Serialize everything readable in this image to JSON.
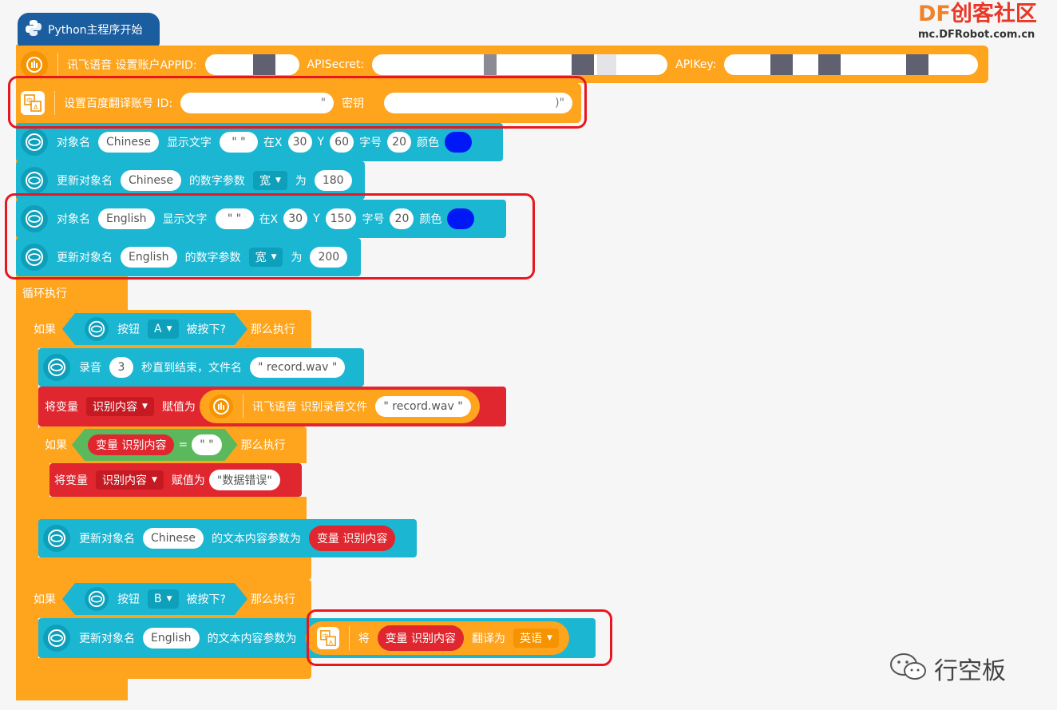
{
  "logo": {
    "brand_df": "DF",
    "brand_cn": "创客社区",
    "url": "mc.DFRobot.com.cn"
  },
  "watermark": {
    "text": "行空板"
  },
  "colors": {
    "orange": "#fea41d",
    "cyan": "#1ab6d2",
    "red": "#e0262f",
    "highlight": "#e8161e",
    "swatch": "#0018f5"
  },
  "main_block": {
    "label": "Python主程序开始"
  },
  "xunfei_setup": {
    "prefix": "讯飞语音 设置账户APPID:",
    "secret_label": "APISecret:",
    "key_label": "APIKey:"
  },
  "baidu_setup": {
    "label": "设置百度翻译账号 ID:",
    "quote_open": "\"",
    "key_label": "密钥",
    "quote_close": ")\""
  },
  "obj_chinese": {
    "label": "对象名",
    "name": "Chinese",
    "show_text": "显示文字",
    "text_value": "\" \"",
    "at_x": "在X",
    "x": "30",
    "y_label": "Y",
    "y": "60",
    "size_label": "字号",
    "size": "20",
    "color_label": "颜色"
  },
  "upd_chinese": {
    "label": "更新对象名",
    "name": "Chinese",
    "param_label": "的数字参数",
    "param": "宽",
    "to": "为",
    "value": "180"
  },
  "obj_english": {
    "label": "对象名",
    "name": "English",
    "show_text": "显示文字",
    "text_value": "\" \"",
    "at_x": "在X",
    "x": "30",
    "y_label": "Y",
    "y": "150",
    "size_label": "字号",
    "size": "20",
    "color_label": "颜色"
  },
  "upd_english": {
    "label": "更新对象名",
    "name": "English",
    "param_label": "的数字参数",
    "param": "宽",
    "to": "为",
    "value": "200"
  },
  "loop": {
    "label": "循环执行"
  },
  "if_a": {
    "if_label": "如果",
    "button": "按钮",
    "key": "A",
    "pressed": "被按下?",
    "then": "那么执行"
  },
  "record": {
    "label": "录音",
    "seconds": "3",
    "suffix": "秒直到结束，文件名",
    "file": "\" record.wav \""
  },
  "assign_recog": {
    "label": "将变量",
    "var": "识别内容",
    "assign": "赋值为",
    "func": "讯飞语音 识别录音文件",
    "file": "\" record.wav \""
  },
  "if_empty": {
    "if_label": "如果",
    "var_label": "变量 识别内容",
    "op": "=",
    "empty": "\" \"",
    "then": "那么执行"
  },
  "assign_err": {
    "label": "将变量",
    "var": "识别内容",
    "assign": "赋值为",
    "value": "\"数据错误\""
  },
  "upd_chinese_text": {
    "label": "更新对象名",
    "name": "Chinese",
    "param_label": "的文本内容参数为",
    "var_label": "变量 识别内容"
  },
  "if_b": {
    "if_label": "如果",
    "button": "按钮",
    "key": "B",
    "pressed": "被按下?",
    "then": "那么执行"
  },
  "upd_english_text": {
    "label": "更新对象名",
    "name": "English",
    "param_label": "的文本内容参数为",
    "will": "将",
    "var_label": "变量 识别内容",
    "translate": "翻译为",
    "lang": "英语"
  }
}
